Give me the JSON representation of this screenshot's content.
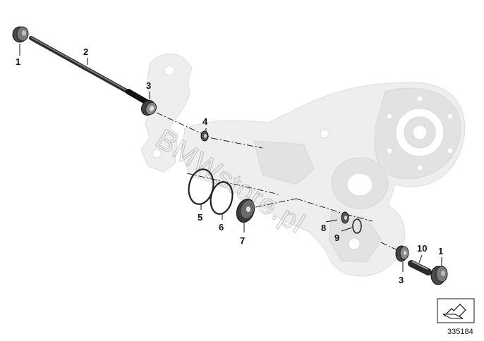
{
  "watermark": "BMWstore.pl",
  "diagram_id": "335184",
  "callouts": [
    {
      "label": "1"
    },
    {
      "label": "2"
    },
    {
      "label": "3"
    },
    {
      "label": "4"
    },
    {
      "label": "5"
    },
    {
      "label": "6"
    },
    {
      "label": "7"
    },
    {
      "label": "8"
    },
    {
      "label": "9"
    },
    {
      "label": "3"
    },
    {
      "label": "10"
    },
    {
      "label": "1"
    }
  ],
  "colors": {
    "housing": "#eeeeee",
    "parts": "#3a3a3a",
    "text": "#111111"
  }
}
